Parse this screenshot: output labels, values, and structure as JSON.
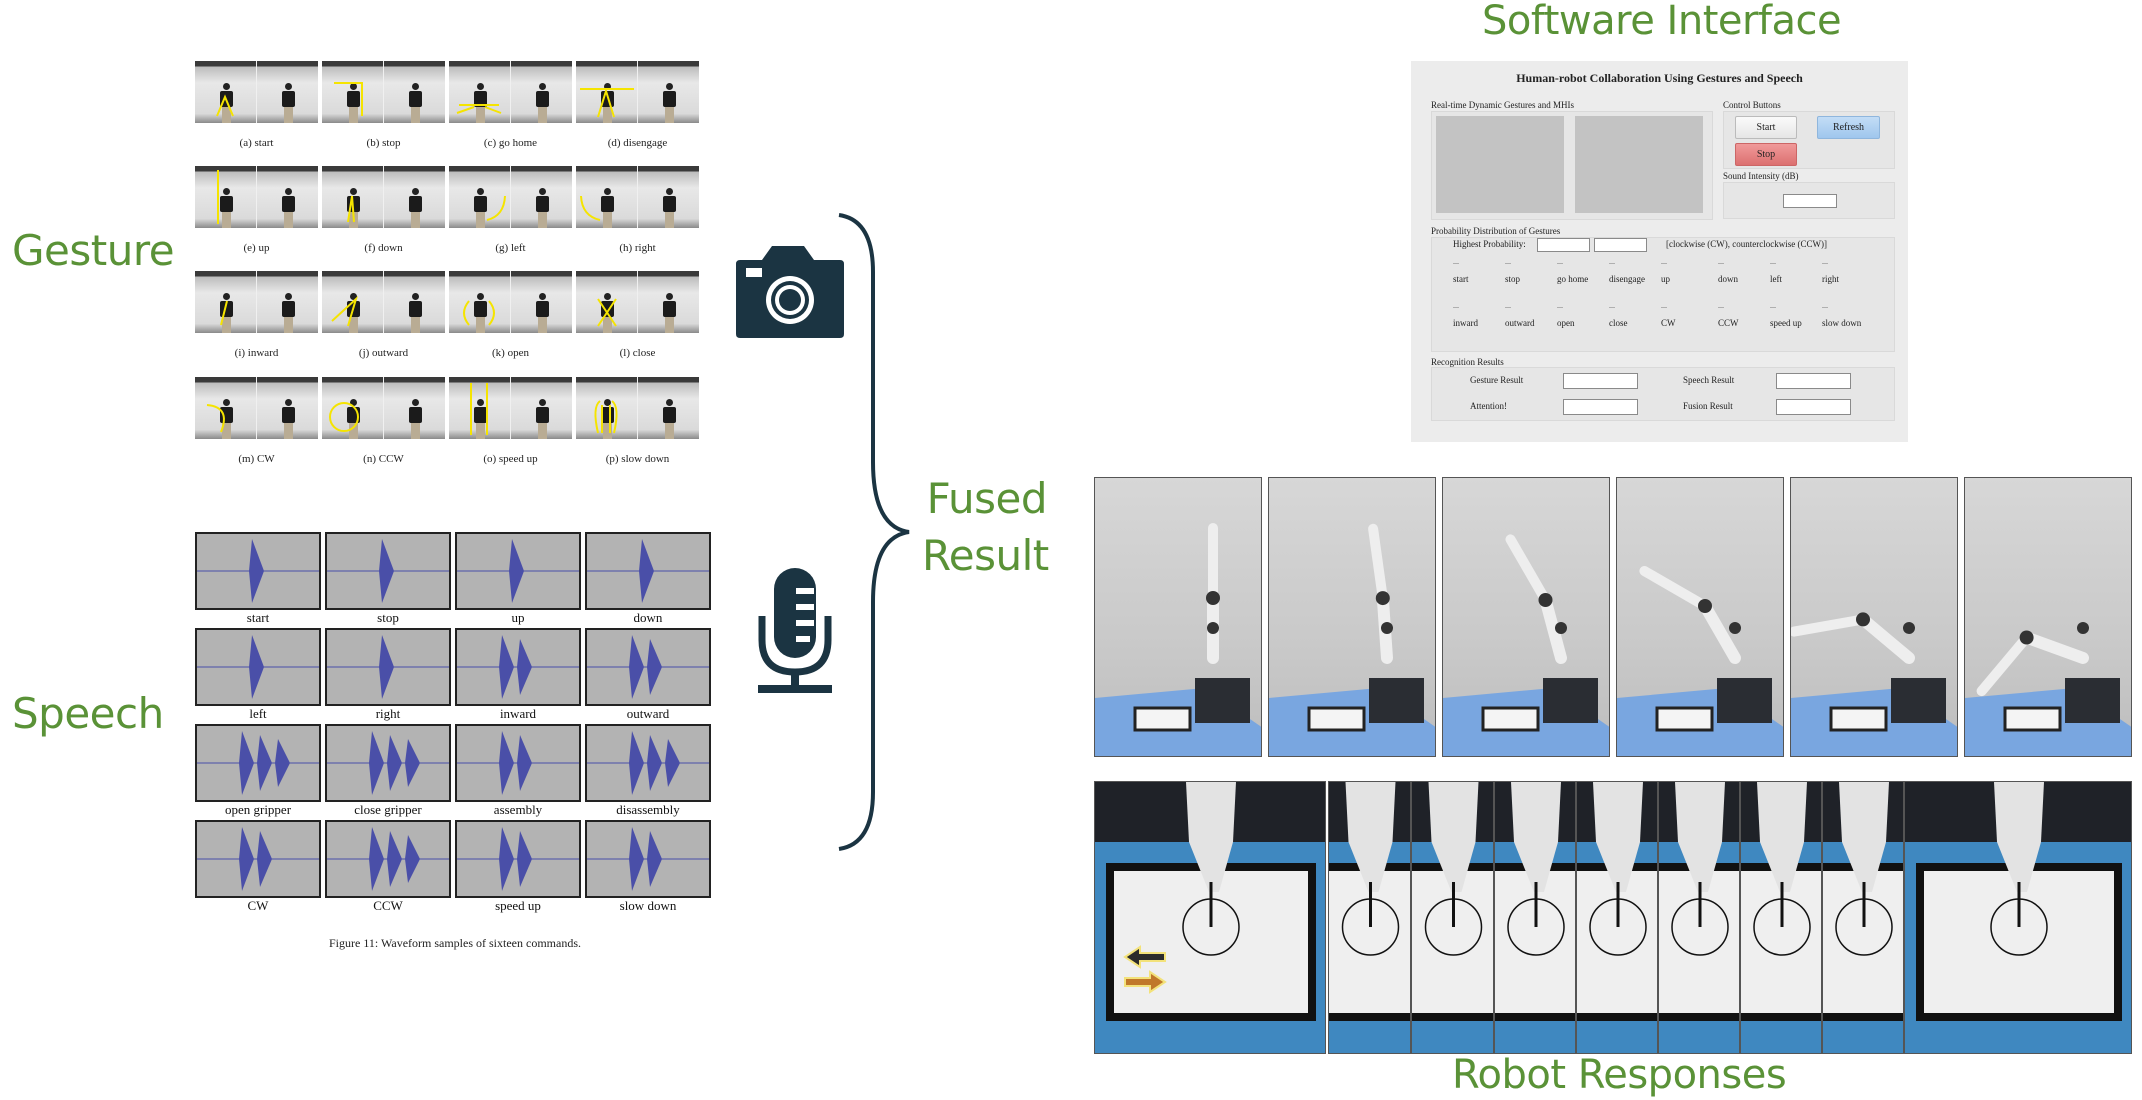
{
  "labels": {
    "gesture": "Gesture",
    "speech": "Speech",
    "fused_line1": "Fused",
    "fused_line2": "Result",
    "software_interface": "Software Interface",
    "robot_responses": "Robot Responses"
  },
  "colors": {
    "label_green": "#5a9237",
    "icon_dark": "#1b3442",
    "waveform_blue": "#4a4fa8",
    "stop_red": "#e07a7a",
    "refresh_blue": "#a9cdf0"
  },
  "icons": {
    "camera": "camera-icon",
    "microphone": "microphone-icon",
    "brace": "curly-brace"
  },
  "gestures": [
    {
      "caption": "(a) start"
    },
    {
      "caption": "(b) stop"
    },
    {
      "caption": "(c) go home"
    },
    {
      "caption": "(d) disengage"
    },
    {
      "caption": "(e) up"
    },
    {
      "caption": "(f) down"
    },
    {
      "caption": "(g) left"
    },
    {
      "caption": "(h) right"
    },
    {
      "caption": "(i) inward"
    },
    {
      "caption": "(j) outward"
    },
    {
      "caption": "(k) open"
    },
    {
      "caption": "(l) close"
    },
    {
      "caption": "(m) CW"
    },
    {
      "caption": "(n) CCW"
    },
    {
      "caption": "(o) speed up"
    },
    {
      "caption": "(p) slow down"
    }
  ],
  "speech": {
    "commands": [
      {
        "label": "start",
        "syllables": 1
      },
      {
        "label": "stop",
        "syllables": 1
      },
      {
        "label": "up",
        "syllables": 1
      },
      {
        "label": "down",
        "syllables": 1
      },
      {
        "label": "left",
        "syllables": 1
      },
      {
        "label": "right",
        "syllables": 1
      },
      {
        "label": "inward",
        "syllables": 2
      },
      {
        "label": "outward",
        "syllables": 2
      },
      {
        "label": "open gripper",
        "syllables": 3
      },
      {
        "label": "close gripper",
        "syllables": 3
      },
      {
        "label": "assembly",
        "syllables": 2
      },
      {
        "label": "disassembly",
        "syllables": 3
      },
      {
        "label": "CW",
        "syllables": 2
      },
      {
        "label": "CCW",
        "syllables": 3
      },
      {
        "label": "speed up",
        "syllables": 2
      },
      {
        "label": "slow down",
        "syllables": 2
      }
    ],
    "figure_caption": "Figure 11: Waveform samples of sixteen commands."
  },
  "software": {
    "title": "Human-robot Collaboration Using Gestures and Speech",
    "video_section_label": "Real-time Dynamic Gestures and MHIs",
    "control_label": "Control Buttons",
    "buttons": {
      "start": "Start",
      "refresh": "Refresh",
      "stop": "Stop"
    },
    "sound_label": "Sound Intensity (dB)",
    "sound_value": "",
    "prob_section_label": "Probability Distribution of Gestures",
    "highest_prob_label": "Highest Probability:",
    "highest_prob_values": [
      "",
      ""
    ],
    "cw_note": "[clockwise (CW), counterclockwise (CCW)]",
    "prob_row1": [
      {
        "value": "...",
        "name": "start"
      },
      {
        "value": "...",
        "name": "stop"
      },
      {
        "value": "...",
        "name": "go home"
      },
      {
        "value": "...",
        "name": "disengage"
      },
      {
        "value": "...",
        "name": "up"
      },
      {
        "value": "...",
        "name": "down"
      },
      {
        "value": "...",
        "name": "left"
      },
      {
        "value": "...",
        "name": "right"
      }
    ],
    "prob_row2": [
      {
        "value": "...",
        "name": "inward"
      },
      {
        "value": "...",
        "name": "outward"
      },
      {
        "value": "...",
        "name": "open"
      },
      {
        "value": "...",
        "name": "close"
      },
      {
        "value": "...",
        "name": "CW"
      },
      {
        "value": "...",
        "name": "CCW"
      },
      {
        "value": "...",
        "name": "speed up"
      },
      {
        "value": "...",
        "name": "slow down"
      }
    ],
    "results_section_label": "Recognition Results",
    "results": {
      "gesture_label": "Gesture Result",
      "gesture_value": "",
      "speech_label": "Speech Result",
      "speech_value": "",
      "attention_label": "Attention!",
      "attention_value": "",
      "fusion_label": "Fusion Result",
      "fusion_value": ""
    }
  },
  "robot": {
    "row1_frames": 6,
    "row2_frames": 9,
    "arrow_left_color": "#2b2b2b",
    "arrow_right_color": "#c0782a"
  }
}
